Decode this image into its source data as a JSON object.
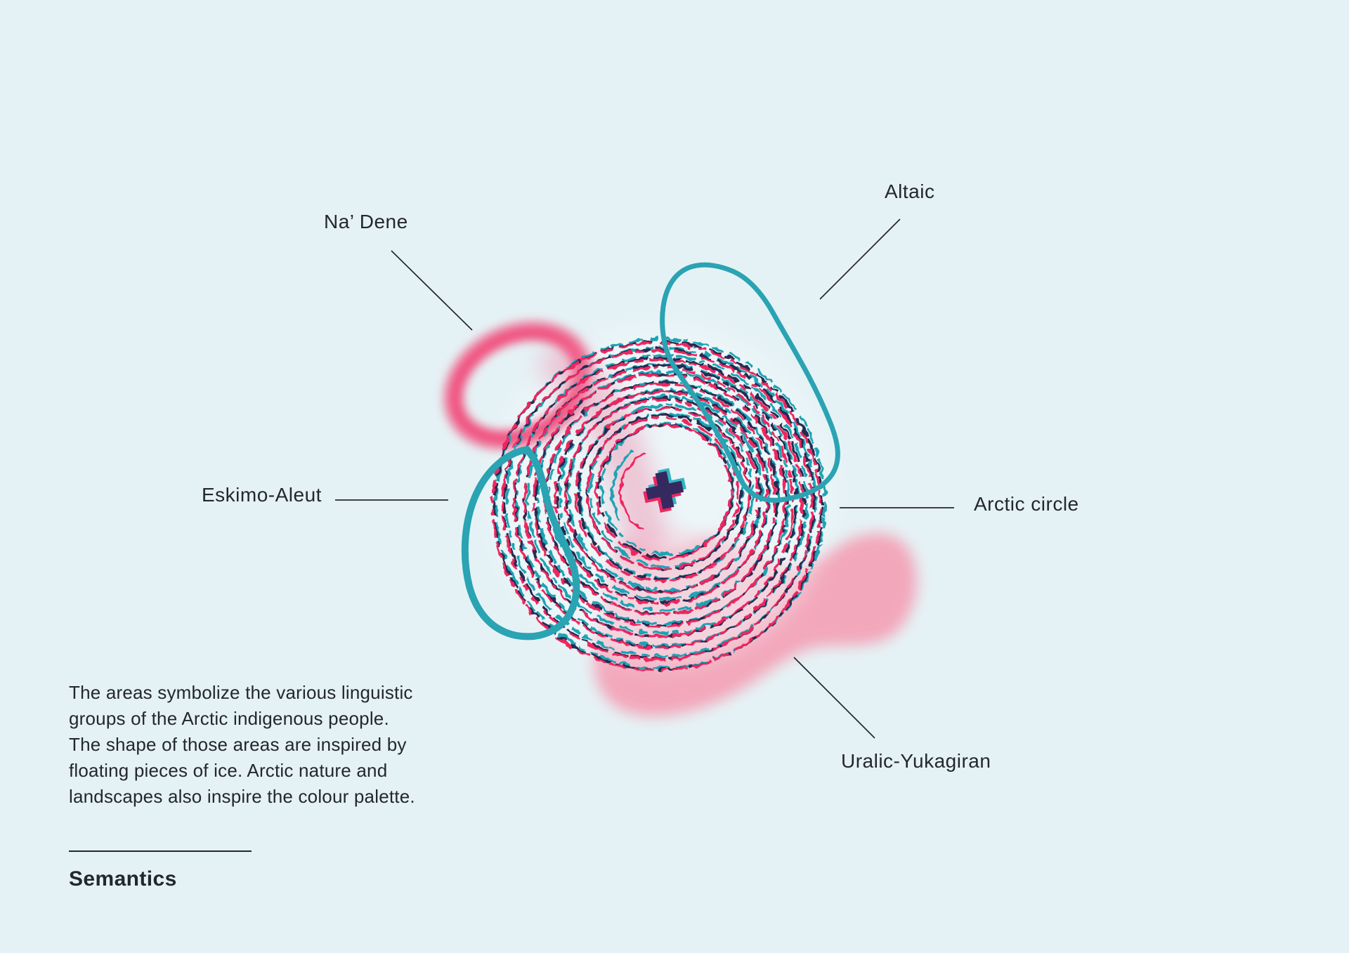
{
  "labels": {
    "na_dene": "Na’ Dene",
    "altaic": "Altaic",
    "eskimo_aleut": "Eskimo-Aleut",
    "arctic_circle": "Arctic circle",
    "uralic_yukagiran": "Uralic-Yukagiran"
  },
  "description": {
    "lines": [
      "The areas symbolize the various linguistic",
      "groups of the Arctic indigenous people.",
      "The shape of those areas are inspired by",
      "floating pieces of ice. Arctic nature and",
      "landscapes also inspire the colour palette."
    ]
  },
  "section": {
    "title": "Semantics"
  },
  "palette": {
    "background": "#e5f2f5",
    "text": "#23272e",
    "leader_line": "#23272e",
    "teal_stroke": "#2aa3b3",
    "pink_stroke": "#f04e7d",
    "pink_blob": "#f3a7bb",
    "pink_streak": "#ef7fa2",
    "ring_pink": "#ee2560",
    "ring_teal": "#1ea3b5",
    "ring_navy": "#27294f",
    "cross_navy": "#352a60",
    "cross_pink": "#ee2560",
    "cross_teal": "#35b4c3",
    "inner_wash": "#f2fafb"
  }
}
